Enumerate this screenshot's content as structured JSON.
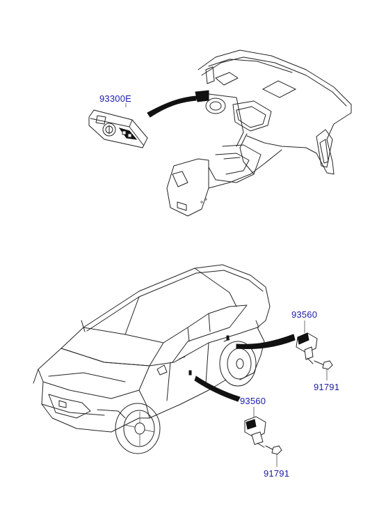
{
  "diagram": {
    "parts": [
      {
        "id": "p1",
        "code": "93300E"
      },
      {
        "id": "p2",
        "code": "93560"
      },
      {
        "id": "p3",
        "code": "91791"
      },
      {
        "id": "p4",
        "code": "93560"
      },
      {
        "id": "p5",
        "code": "91791"
      }
    ],
    "colors": {
      "label": "#1a1aa6",
      "line": "#222222",
      "leader": "#111111"
    }
  }
}
